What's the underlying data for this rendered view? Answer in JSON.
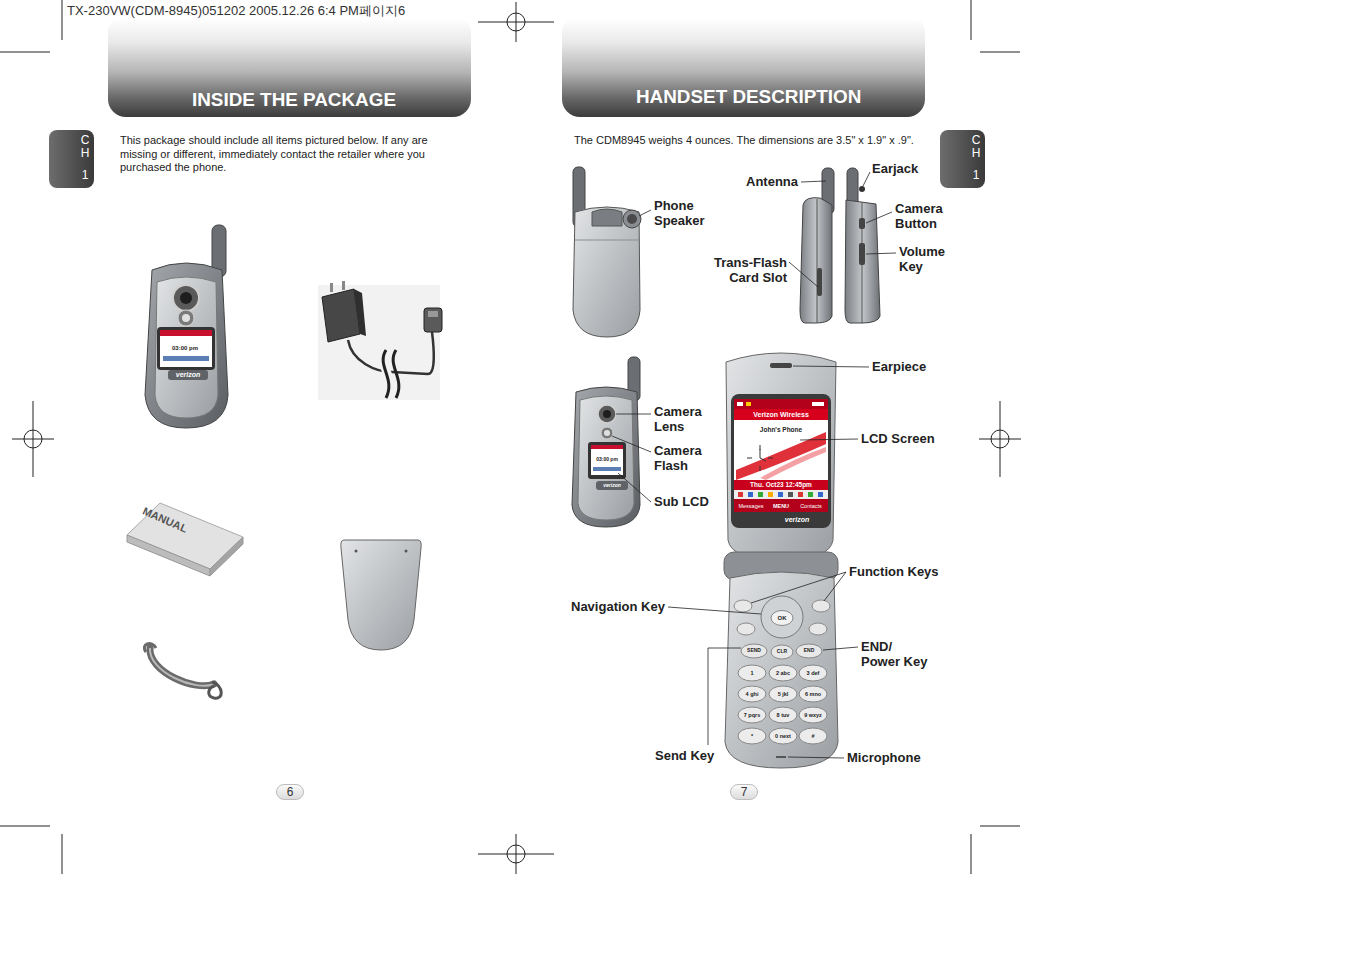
{
  "diagram": {
    "nodes": [
      {
        "text": [
          "INSIDE THE PACKAGE"
        ]
      },
      {
        "text": [
          "CH",
          "1"
        ]
      },
      {
        "text": [
          "6"
        ]
      },
      {
        "text": [
          "HANDSET DESCRIPTION"
        ]
      },
      {
        "text": [
          "CH",
          "1"
        ]
      },
      {
        "text": [
          "7"
        ]
      }
    ],
    "labels": [
      "TX-230VW(CDM-8945)051202 2005.12.26 6:4 PM페이지6",
      "This package should include all items pictured below. If any are missing or different, immediately contact the retailer where you purchased the phone.",
      "03:00 pm",
      "verizon",
      "MANUAL",
      "The CDM8945 weighs 4 ounces. The dimensions are 3.5\" x 1.9\" x .9\".",
      "Phone Speaker",
      "Antenna",
      "Earjack",
      "Camera Button",
      "Volume Key",
      "Trans-Flash Card Slot",
      "Camera Lens",
      "Camera Flash",
      "03:00 pm",
      "verizon",
      "Sub LCD",
      "Earpiece",
      "Verizon Wireless",
      "John's Phone",
      "Thu. Oct23 12:45pm",
      "Messages",
      "MENU",
      "Contacts",
      "verizon",
      "LCD Screen",
      "Function Keys",
      "Navigation Key",
      "OK",
      "SEND",
      "CLR",
      "END",
      "END/ Power Key",
      "1",
      "2 abc",
      "3 def",
      "4 ghi",
      "5 jkl",
      "6 mno",
      "7 pqrs",
      "8 tuv",
      "9 wxyz",
      "*",
      "0 next",
      "#",
      "Send Key",
      "Microphone"
    ]
  }
}
